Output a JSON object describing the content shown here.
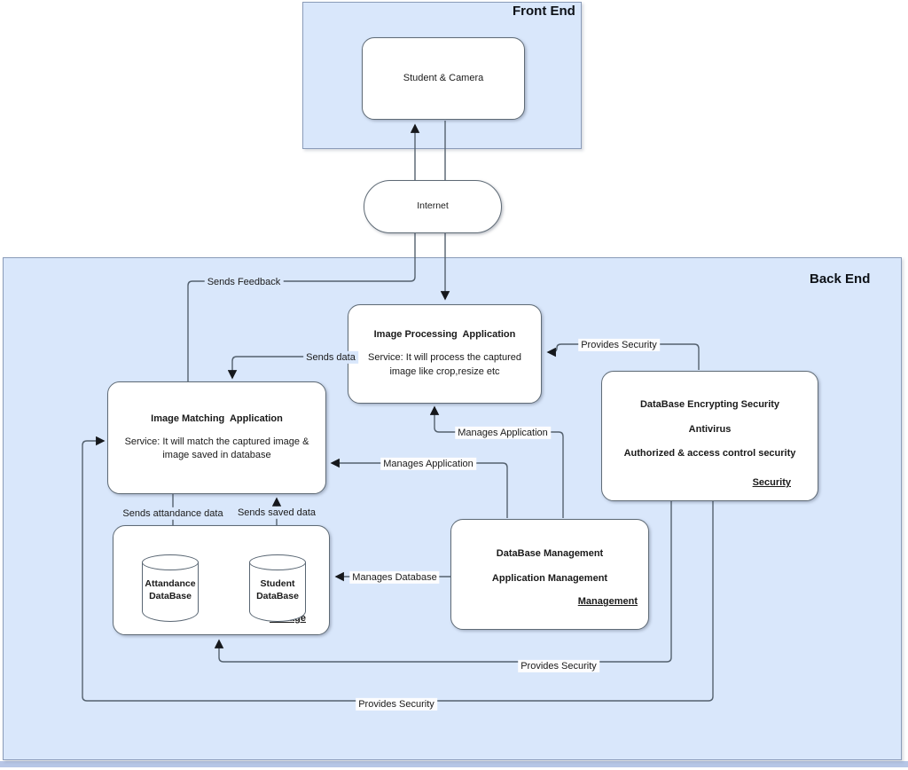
{
  "containers": {
    "front_end": "Front End",
    "back_end": "Back End"
  },
  "nodes": {
    "student_camera": "Student & Camera",
    "internet": "Internet",
    "image_processing": {
      "title": "Image Processing  Application",
      "body": "Service: It will process the captured image like crop,resize etc"
    },
    "image_matching": {
      "title": "Image Matching  Application",
      "body": "Service: It will match the captured image & image saved in database"
    },
    "security": {
      "line1": "DataBase Encrypting Security",
      "line2": "Antivirus",
      "line3": "Authorized & access control security",
      "tag": "Security"
    },
    "management": {
      "line1": "DataBase Management",
      "line2": "Application Management",
      "tag": "Management"
    },
    "storage": {
      "tag": "Storage"
    },
    "attandance_db": {
      "line1": "Attandance",
      "line2": "DataBase"
    },
    "student_db": {
      "line1": "Student",
      "line2": "DataBase"
    }
  },
  "edges": {
    "sends_feedback": "Sends Feedback",
    "sends_data": "Sends data",
    "provides_security_processing": "Provides Security",
    "manages_application_processing": "Manages Application",
    "manages_application_matching": "Manages Application",
    "manages_database": "Manages Database",
    "sends_attandance_data": "Sends attandance data",
    "sends_saved_data": "Sends saved data",
    "provides_security_storage": "Provides Security",
    "provides_security_matching": "Provides Security"
  },
  "colors": {
    "container_fill": "#d9e7fb",
    "container_border": "#8a9bb8",
    "node_border": "#5f6b76",
    "edge_stroke": "#54616e",
    "text": "#1a1a1a"
  }
}
